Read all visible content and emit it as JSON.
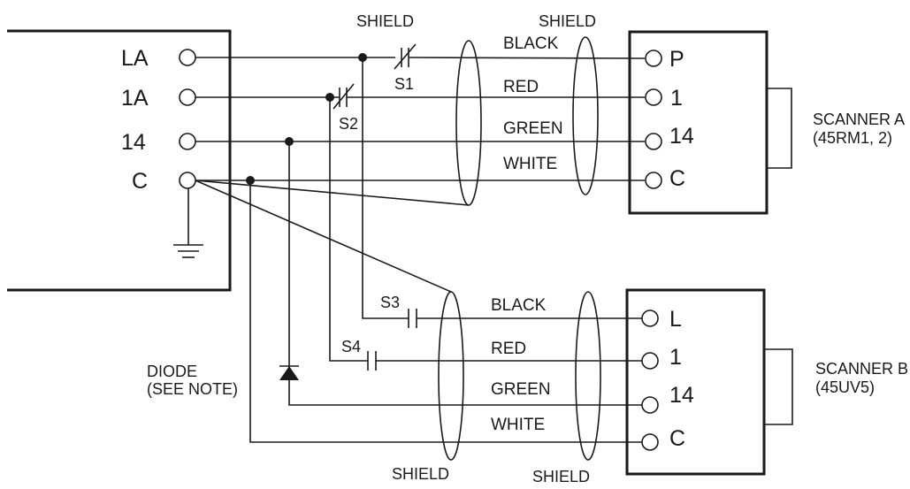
{
  "controller": {
    "terminals": [
      "LA",
      "1A",
      "14",
      "C"
    ]
  },
  "scanner_a": {
    "title": "SCANNER A",
    "model": "(45RM1, 2)",
    "terminals": [
      "P",
      "1",
      "14",
      "C"
    ]
  },
  "scanner_b": {
    "title": "SCANNER B",
    "model": "(45UV5)",
    "terminals": [
      "L",
      "1",
      "14",
      "C"
    ]
  },
  "cable_a": {
    "shield_label": "SHIELD",
    "wires": [
      "BLACK",
      "RED",
      "GREEN",
      "WHITE"
    ]
  },
  "cable_b": {
    "shield_label": "SHIELD",
    "wires": [
      "BLACK",
      "RED",
      "GREEN",
      "WHITE"
    ]
  },
  "switches": [
    "S1",
    "S2",
    "S3",
    "S4"
  ],
  "diode": {
    "label_line1": "DIODE",
    "label_line2": "(SEE NOTE)"
  }
}
